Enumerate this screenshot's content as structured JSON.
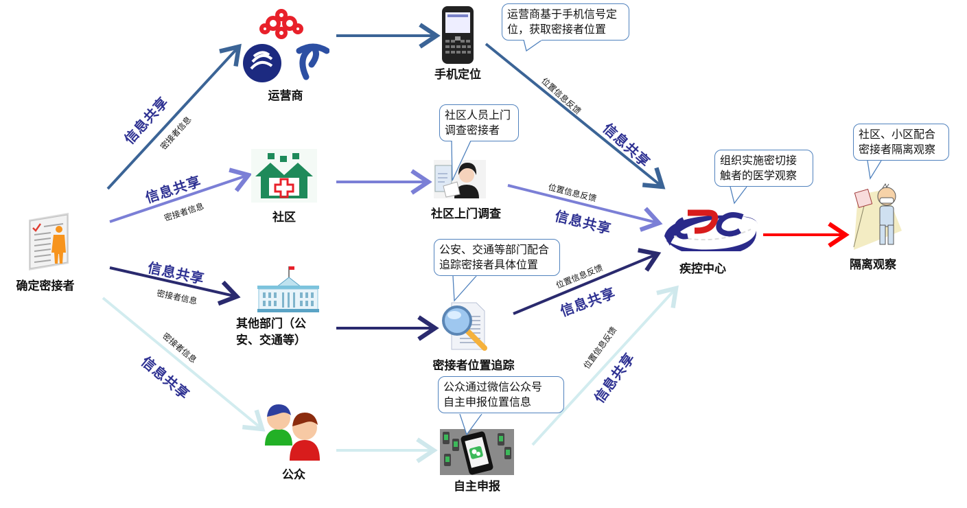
{
  "nodes": {
    "source": "确定密接者",
    "carrier": "运营商",
    "community": "社区",
    "departments": "其他部门（公安、交通等）",
    "departments_line1": "其他部门（公",
    "departments_line2": "安、交通等）",
    "public": "公众",
    "phone_locate": "手机定位",
    "community_visit": "社区上门调查",
    "tracking": "密接者位置追踪",
    "self_report": "自主申报",
    "cdc": "疾控中心",
    "quarantine": "隔离观察"
  },
  "bubbles": {
    "phone_locate": [
      "运营商基于手机信号定",
      "位，获取密接者位置"
    ],
    "community_visit": [
      "社区人员上门",
      "调查密接者"
    ],
    "tracking": [
      "公安、交通等部门配合",
      "追踪密接者具体位置"
    ],
    "self_report": [
      "公众通过微信公众号",
      "自主申报位置信息"
    ],
    "cdc": [
      "组织实施密切接",
      "触者的医学观察"
    ],
    "quarantine": [
      "社区、小区配合",
      "密接者隔离观察"
    ]
  },
  "edge_labels": {
    "share": "信息共享",
    "contact_info": "密接者信息",
    "location_feedback": "位置信息反馈"
  },
  "colors": {
    "carrier_path": "#3b6496",
    "community_path": "#7b7fd6",
    "department_path": "#2a2a6e",
    "public_path": "#d2ecef",
    "quarantine_path": "#ff0000",
    "share_text": "#2e3192",
    "bubble_border": "#4f81bd"
  }
}
